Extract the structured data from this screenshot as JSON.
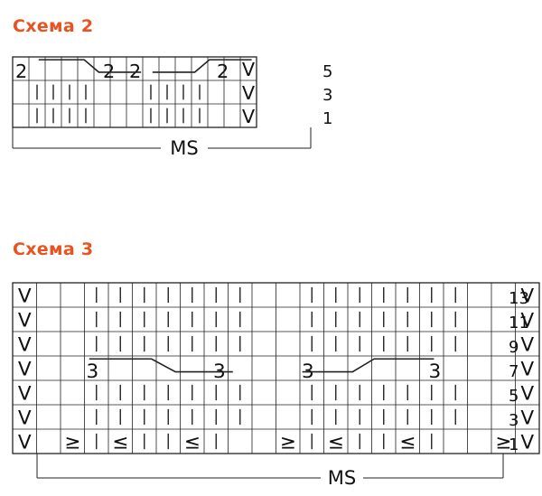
{
  "schema2": {
    "title": "Схема 2",
    "row_numbers": [
      "5",
      "3",
      "1"
    ],
    "rows": [
      [
        "2",
        "",
        "",
        "",
        "",
        "2",
        "",
        "2",
        "",
        "",
        "",
        "",
        "2",
        "",
        "V"
      ],
      [
        "",
        "I",
        "I",
        "I",
        "I",
        "",
        "",
        "",
        "I",
        "I",
        "I",
        "I",
        "",
        "",
        "V"
      ],
      [
        "",
        "I",
        "I",
        "I",
        "I",
        "",
        "",
        "",
        "I",
        "I",
        "I",
        "I",
        "",
        "",
        "V"
      ]
    ],
    "footer": "MS"
  },
  "schema3": {
    "title": "Схема 3",
    "row_numbers": [
      "13",
      "11",
      "9",
      "7",
      "5",
      "3",
      "1"
    ],
    "rows": [
      [
        "V",
        "",
        "",
        "I",
        "I",
        "I",
        "I",
        "I",
        "I",
        "I",
        "",
        "",
        "I",
        "I",
        "I",
        "I",
        "I",
        "I",
        "I",
        "",
        "",
        "V"
      ],
      [
        "V",
        "",
        "",
        "I",
        "I",
        "I",
        "I",
        "I",
        "I",
        "I",
        "",
        "",
        "I",
        "I",
        "I",
        "I",
        "I",
        "I",
        "I",
        "",
        "",
        "V"
      ],
      [
        "V",
        "",
        "",
        "I",
        "I",
        "I",
        "I",
        "I",
        "I",
        "I",
        "",
        "",
        "I",
        "I",
        "I",
        "I",
        "I",
        "I",
        "I",
        "",
        "",
        "V"
      ],
      [
        "V",
        "",
        "",
        "3",
        "",
        "",
        "",
        "",
        "3",
        "",
        "",
        "",
        "3",
        "",
        "",
        "",
        "",
        "3",
        "",
        "",
        "",
        "V"
      ],
      [
        "V",
        "",
        "",
        "I",
        "I",
        "I",
        "I",
        "I",
        "I",
        "I",
        "",
        "",
        "I",
        "I",
        "I",
        "I",
        "I",
        "I",
        "I",
        "",
        "",
        "V"
      ],
      [
        "V",
        "",
        "",
        "I",
        "I",
        "I",
        "I",
        "I",
        "I",
        "I",
        "",
        "",
        "I",
        "I",
        "I",
        "I",
        "I",
        "I",
        "I",
        "",
        "",
        "V"
      ],
      [
        "V",
        "",
        "≥",
        "I",
        "≤",
        "I",
        "I",
        "≤",
        "I",
        "",
        "",
        "≥",
        "I",
        "≤",
        "I",
        "I",
        "≤",
        "I",
        "",
        "",
        "≥",
        "V"
      ]
    ],
    "footer": "MS"
  },
  "colors": {
    "title": "#e8531f",
    "grid": "#222222",
    "text": "#111111"
  }
}
